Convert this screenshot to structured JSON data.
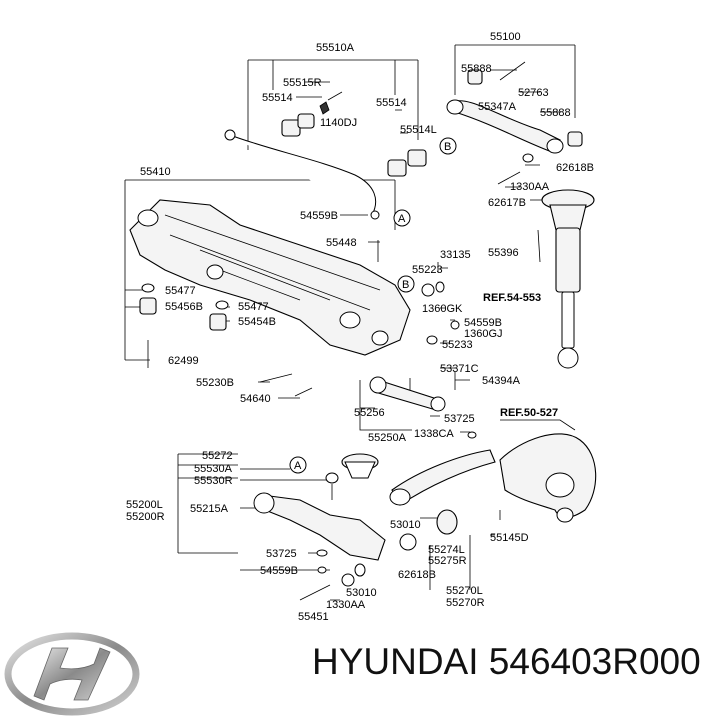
{
  "brand": {
    "caption": "HYUNDAI 546403R000",
    "logo_icon": "hyundai-logo-icon"
  },
  "labels": {
    "l55510A": "55510A",
    "l55515R": "55515R",
    "l55514a": "55514",
    "l55514b": "55514",
    "l1140DJ": "1140DJ",
    "l55514L": "55514L",
    "l55100": "55100",
    "l55888a": "55888",
    "l52763": "52763",
    "l55347A": "55347A",
    "l55888b": "55888",
    "l62618B": "62618B",
    "l1330AAtop": "1330AA",
    "l62617B": "62617B",
    "l55410": "55410",
    "l54559Btop": "54559B",
    "l55448": "55448",
    "l33135": "33135",
    "l55223": "55223",
    "l55396": "55396",
    "lRef553": "REF.54-553",
    "l1360GK": "1360GK",
    "l54559Bmid": "54559B",
    "l1360GJ": "1360GJ",
    "l55233": "55233",
    "l55477a": "55477",
    "l55456B": "55456B",
    "l55477b": "55477",
    "l55454B": "55454B",
    "l62499": "62499",
    "l53371C": "53371C",
    "l54394A": "54394A",
    "l55230B": "55230B",
    "l54640": "54640",
    "l55256": "55256",
    "l53725a": "53725",
    "l1338CA": "1338CA",
    "l55250A": "55250A",
    "lRef527": "REF.50-527",
    "l55272": "55272",
    "l55530A": "55530A",
    "l55530R": "55530R",
    "l55200L": "55200L",
    "l55200R": "55200R",
    "l55215A": "55215A",
    "l53010a": "53010",
    "l55274L": "55274L",
    "l55275R": "55275R",
    "l55145D": "55145D",
    "l53725b": "53725",
    "l54559Bbot": "54559B",
    "l62618Bbot": "62618B",
    "l53010b": "53010",
    "l1330AAbot": "1330AA",
    "l55270L": "55270L",
    "l55270R": "55270R",
    "l55451": "55451",
    "calloutA1": "A",
    "calloutA2": "A",
    "calloutB1": "B",
    "calloutB2": "B"
  }
}
